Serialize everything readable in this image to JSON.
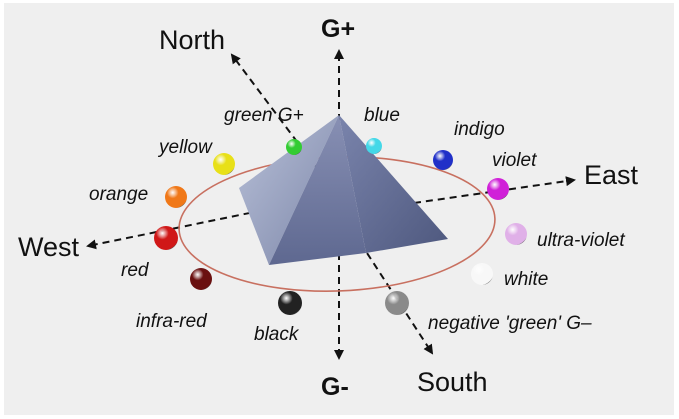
{
  "diagram": {
    "directions": {
      "north": "North",
      "south": "South",
      "east": "East",
      "west": "West",
      "g_plus": "G+",
      "g_minus": "G-"
    },
    "spheres": [
      {
        "key": "green",
        "label": "green G+",
        "color": "#33cc33"
      },
      {
        "key": "blue",
        "label": "blue",
        "color": "#44d8e8"
      },
      {
        "key": "indigo",
        "label": "indigo",
        "color": "#2030c8"
      },
      {
        "key": "violet",
        "label": "violet",
        "color": "#d020d8"
      },
      {
        "key": "ultraviolet",
        "label": "ultra-violet",
        "color": "#e0b0e8"
      },
      {
        "key": "white",
        "label": "white",
        "color": "#f8f8f8"
      },
      {
        "key": "negative_green",
        "label": "negative 'green' G–",
        "color": "#8a8a8a"
      },
      {
        "key": "black",
        "label": "black",
        "color": "#222222"
      },
      {
        "key": "infrared",
        "label": "infra-red",
        "color": "#6a1010"
      },
      {
        "key": "red",
        "label": "red",
        "color": "#d01818"
      },
      {
        "key": "orange",
        "label": "orange",
        "color": "#f07818"
      },
      {
        "key": "yellow",
        "label": "yellow",
        "color": "#e8e018"
      }
    ],
    "ring_color": "#c87060"
  }
}
